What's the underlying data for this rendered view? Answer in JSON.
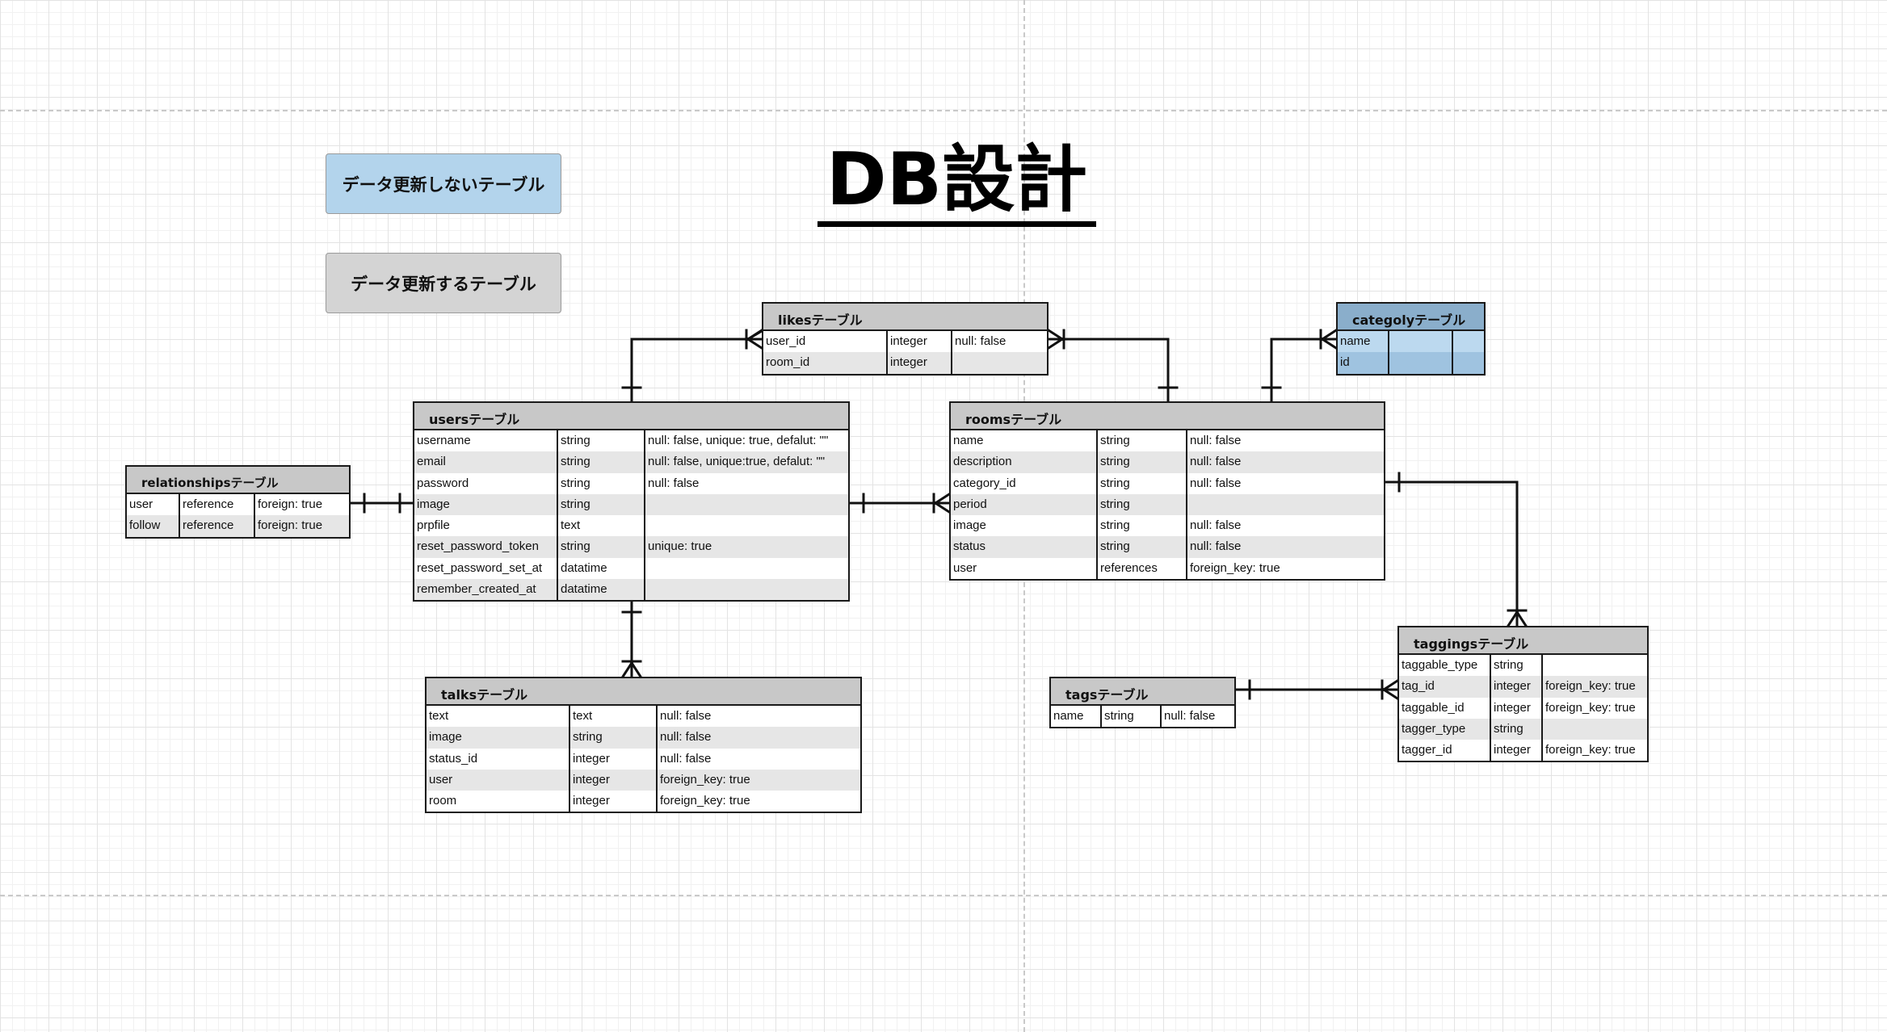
{
  "title": "DB設計",
  "legend": {
    "static_label": "データ更新しないテーブル",
    "updated_label": "データ更新するテーブル",
    "static_color": "#b3d4ec",
    "updated_color": "#d4d4d4"
  },
  "tables": {
    "likes": {
      "name": "likesテーブル",
      "rows": [
        [
          "user_id",
          "integer",
          "null: false"
        ],
        [
          "room_id",
          "integer",
          ""
        ]
      ]
    },
    "categoly": {
      "name": "categolyテーブル",
      "rows": [
        [
          "name",
          "",
          ""
        ],
        [
          "id",
          "",
          ""
        ]
      ]
    },
    "users": {
      "name": "usersテーブル",
      "rows": [
        [
          "username",
          "string",
          "null: false, unique: true, defalut: \"\""
        ],
        [
          "email",
          "string",
          "null: false, unique:true, defalut: \"\""
        ],
        [
          "password",
          "string",
          "null: false"
        ],
        [
          "image",
          "string",
          ""
        ],
        [
          "prpfile",
          "text",
          ""
        ],
        [
          "reset_password_token",
          "string",
          "unique: true"
        ],
        [
          "reset_password_set_at",
          "datatime",
          ""
        ],
        [
          "remember_created_at",
          "datatime",
          ""
        ]
      ]
    },
    "rooms": {
      "name": "roomsテーブル",
      "rows": [
        [
          "name",
          "string",
          "null: false"
        ],
        [
          "description",
          "string",
          "null: false"
        ],
        [
          "category_id",
          "string",
          "null: false"
        ],
        [
          "period",
          "string",
          ""
        ],
        [
          "image",
          "string",
          "null: false"
        ],
        [
          "status",
          "string",
          "null: false"
        ],
        [
          "user",
          "references",
          "foreign_key: true"
        ]
      ]
    },
    "relationships": {
      "name": "relationshipsテーブル",
      "rows": [
        [
          "user",
          "reference",
          "foreign: true"
        ],
        [
          "follow",
          "reference",
          "foreign: true"
        ]
      ]
    },
    "talks": {
      "name": "talksテーブル",
      "rows": [
        [
          "text",
          "text",
          "null: false"
        ],
        [
          "image",
          "string",
          "null: false"
        ],
        [
          "status_id",
          "integer",
          "null: false"
        ],
        [
          "user",
          "integer",
          "foreign_key: true"
        ],
        [
          "room",
          "integer",
          "foreign_key: true"
        ]
      ]
    },
    "tags": {
      "name": "tagsテーブル",
      "rows": [
        [
          "name",
          "string",
          "null: false"
        ]
      ]
    },
    "taggings": {
      "name": "taggingsテーブル",
      "rows": [
        [
          "taggable_type",
          "string",
          ""
        ],
        [
          "tag_id",
          "integer",
          "foreign_key: true"
        ],
        [
          "taggable_id",
          "integer",
          "foreign_key: true"
        ],
        [
          "tagger_type",
          "string",
          ""
        ],
        [
          "tagger_id",
          "integer",
          "foreign_key: true"
        ]
      ]
    }
  }
}
